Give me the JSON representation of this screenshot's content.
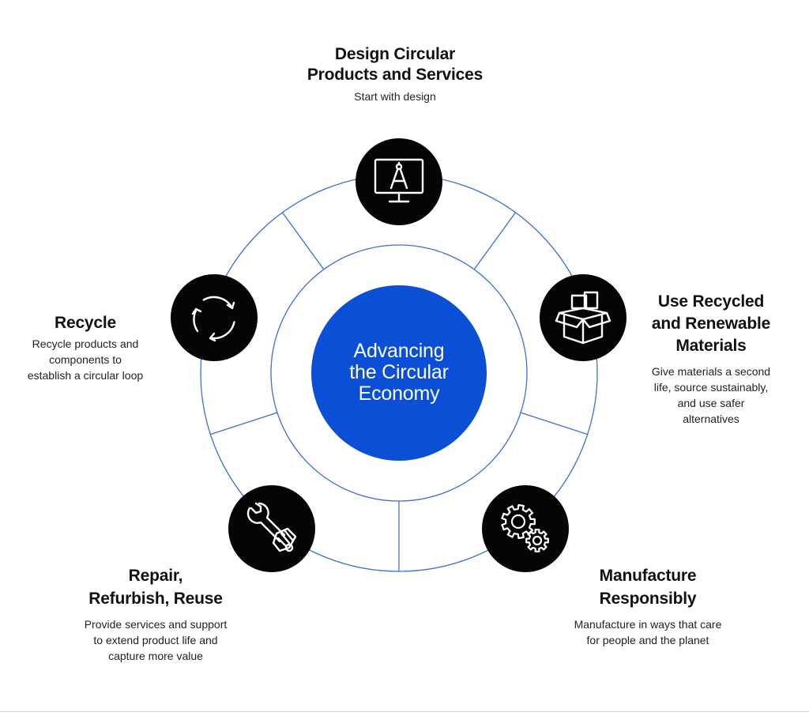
{
  "colors": {
    "ring": "#3a6fd8",
    "center": "#0a4fd6",
    "icon_bg": "#050505",
    "icon_stroke": "#ffffff"
  },
  "center": {
    "lines": [
      "Advancing",
      "the Circular",
      "Economy"
    ]
  },
  "stages": [
    {
      "id": "design",
      "icon": "monitor-compass-icon",
      "title": "Design Circular\nProducts and Services",
      "description": "Start with design"
    },
    {
      "id": "materials",
      "icon": "open-box-icon",
      "title": "Use Recycled\nand Renewable\nMaterials",
      "description": "Give materials a second\nlife, source sustainably,\nand use safer\nalternatives"
    },
    {
      "id": "manufacture",
      "icon": "gears-icon",
      "title": "Manufacture\nResponsibly",
      "description": "Manufacture in ways that care\nfor people and the planet"
    },
    {
      "id": "repair",
      "icon": "wrench-hand-icon",
      "title": "Repair,\nRefurbish, Reuse",
      "description": "Provide services and support\nto extend product life and\ncapture more value"
    },
    {
      "id": "recycle",
      "icon": "recycle-loop-icon",
      "title": "Recycle",
      "description": "Recycle products and\ncomponents to\nestablish a circular loop"
    }
  ]
}
